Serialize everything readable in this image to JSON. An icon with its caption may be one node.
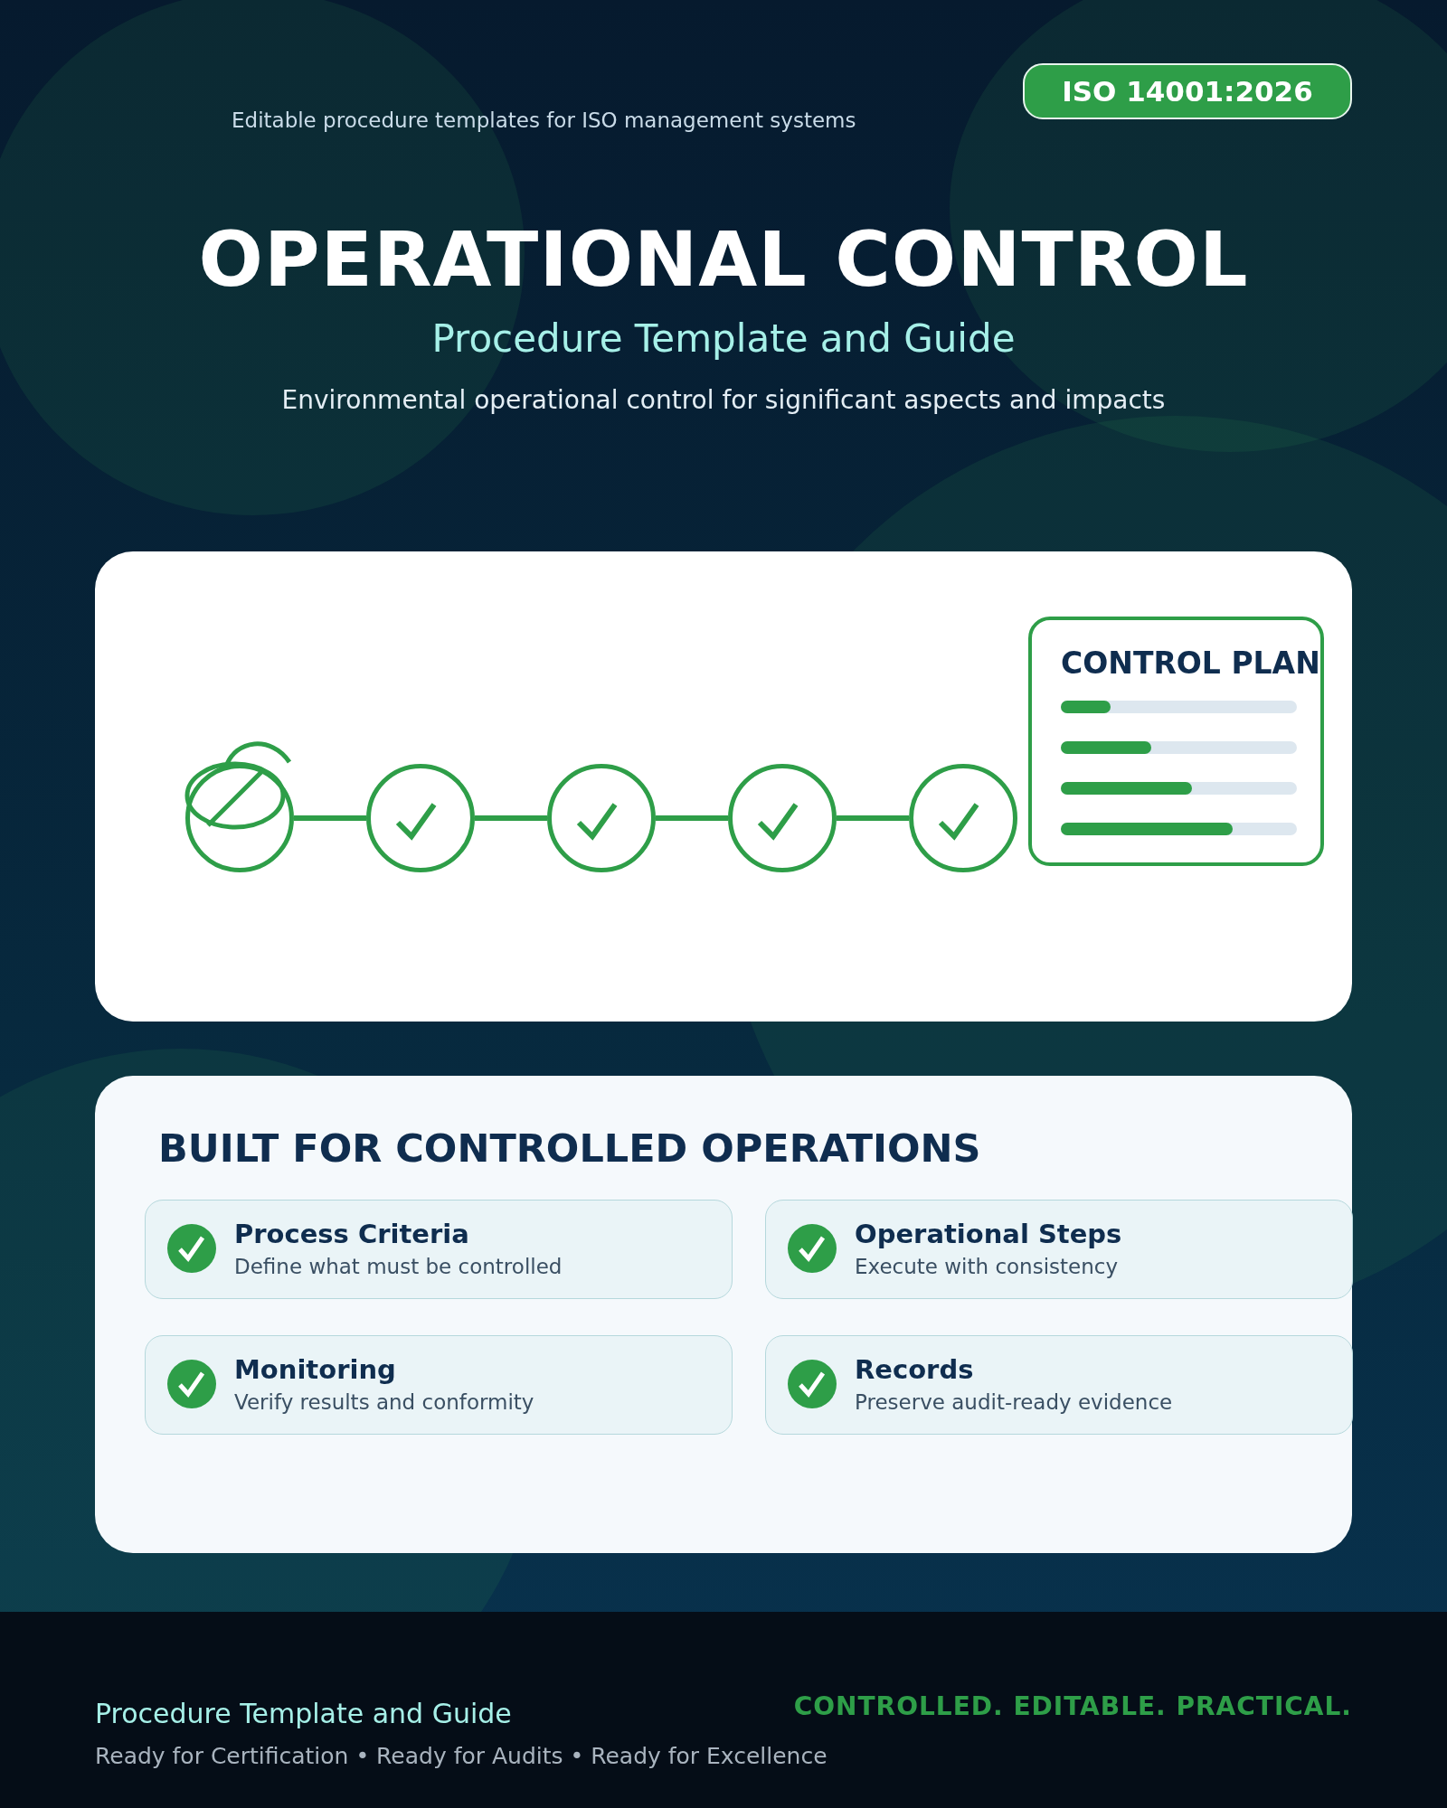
{
  "diagram": {
    "title": "OPERATIONAL CONTROL",
    "nodes": [
      {
        "text": [
          "BUILT FOR CONTROLLED OPERATIONS"
        ]
      },
      {
        "text": [
          "Process Criteria",
          "Define what must be controlled"
        ],
        "in": 0
      },
      {
        "text": [
          "Operational Steps",
          "Execute with consistency"
        ],
        "in": 0
      },
      {
        "text": [
          "Monitoring",
          "Verify results and conformity"
        ],
        "in": 0
      },
      {
        "text": [
          "Records",
          "Preserve audit-ready evidence"
        ],
        "in": 0
      },
      {
        "text": [],
        "shape": "circle"
      },
      {
        "text": [],
        "shape": "circle"
      },
      {
        "text": [],
        "shape": "circle"
      },
      {
        "text": [],
        "shape": "circle"
      },
      {
        "text": [],
        "shape": "circle"
      },
      {
        "text": [
          "CONTROL PLAN"
        ]
      }
    ],
    "edges": [
      {
        "from": 5,
        "to": 6,
        "arrow": "none"
      },
      {
        "from": 6,
        "to": 7,
        "arrow": "none"
      },
      {
        "from": 7,
        "to": 8,
        "arrow": "none"
      },
      {
        "from": 8,
        "to": 9,
        "arrow": "none"
      }
    ],
    "labels": [
      "Editable procedure templates for ISO management systems",
      "ISO 14001:2026",
      "Procedure Template and Guide",
      "Environmental operational control for significant aspects and impacts",
      "Procedure Template and Guide",
      "CONTROLLED. EDITABLE. PRACTICAL.",
      "Ready for Certification • Ready for Audits • Ready for Excellence"
    ]
  }
}
